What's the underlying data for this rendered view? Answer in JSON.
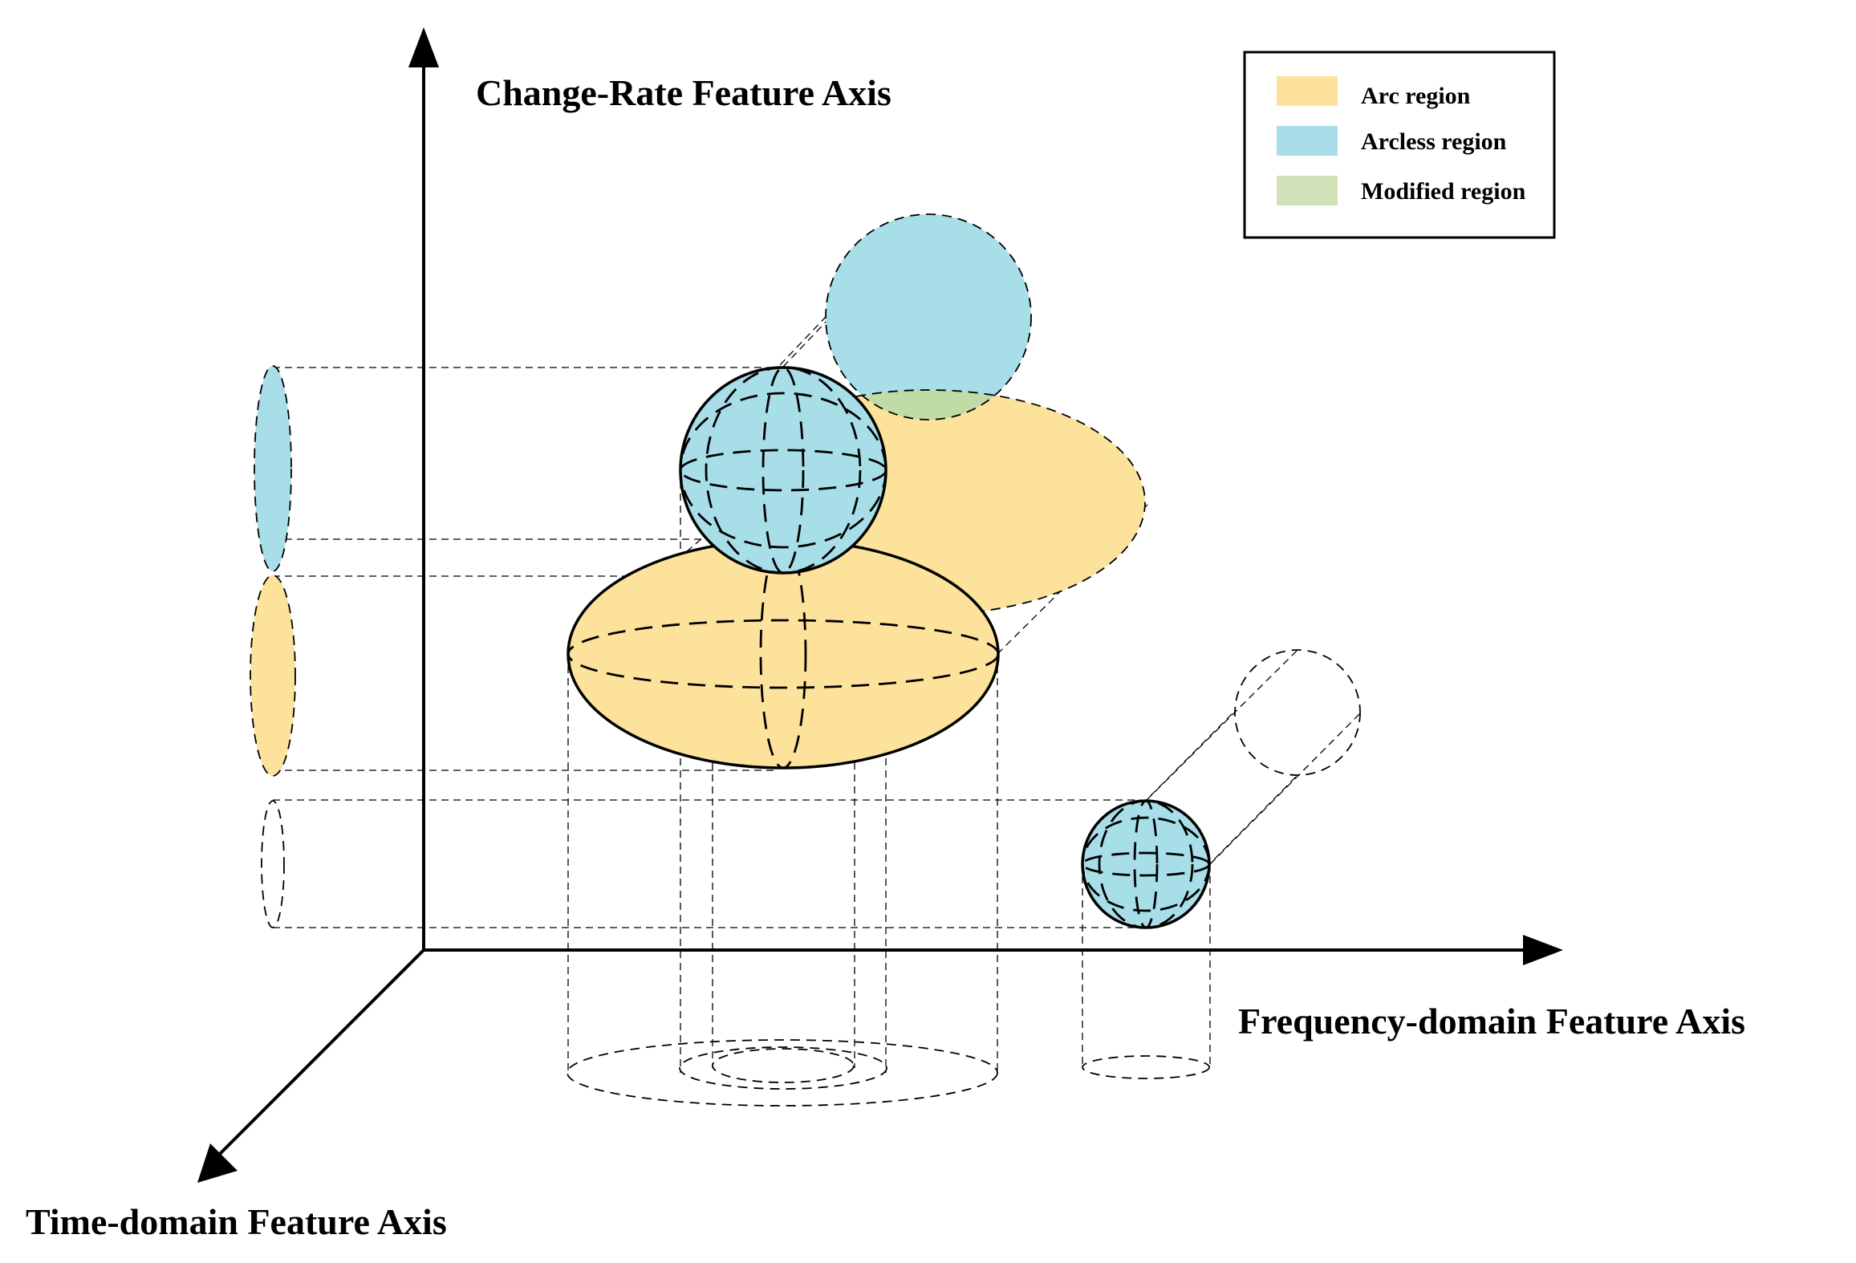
{
  "axes": {
    "z_label": "Change-Rate Feature Axis",
    "x_label": "Frequency-domain Feature Axis",
    "y_label": "Time-domain Feature Axis"
  },
  "legend": {
    "items": [
      {
        "label": "Arc region",
        "color": "#FCE29A"
      },
      {
        "label": "Arcless region",
        "color": "#A8DEE8"
      },
      {
        "label": "Modified region",
        "color": "#D2E2B8"
      }
    ]
  },
  "colors": {
    "arc": "#FCE29A",
    "arcless": "#A8DEE8",
    "modified": "#BFDBA6",
    "stroke": "#000000"
  },
  "regions": [
    {
      "name": "Arc region",
      "shape": "ellipsoid"
    },
    {
      "name": "Arcless region",
      "shape": "sphere"
    },
    {
      "name": "Arcless region",
      "shape": "sphere"
    }
  ]
}
